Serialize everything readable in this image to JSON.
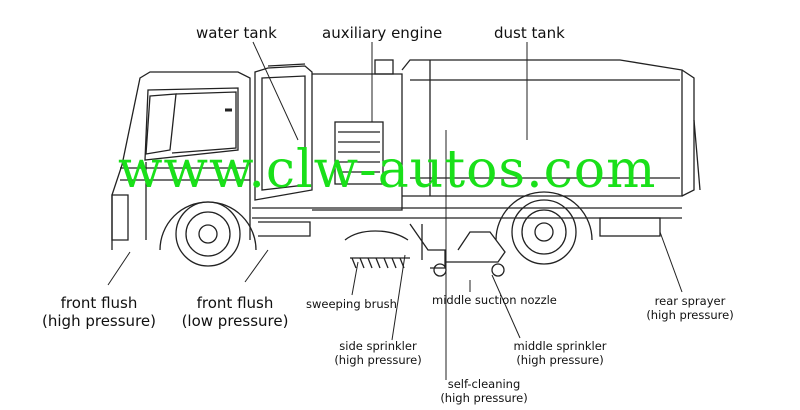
{
  "labels": {
    "water_tank": "water tank",
    "auxiliary_engine": "auxiliary engine",
    "dust_tank": "dust tank",
    "front_flush_high_1": "front flush",
    "front_flush_high_2": "(high pressure)",
    "front_flush_low_1": "front flush",
    "front_flush_low_2": "(low pressure)",
    "sweeping_brush": "sweeping brush",
    "middle_suction_nozzle": "middle suction nozzle",
    "rear_sprayer_1": "rear sprayer",
    "rear_sprayer_2": "(high pressure)",
    "side_sprinkler_1": "side sprinkler",
    "side_sprinkler_2": "(high pressure)",
    "middle_sprinkler_1": "middle sprinkler",
    "middle_sprinkler_2": "(high pressure)",
    "self_cleaning_1": "self-cleaning",
    "self_cleaning_2": "(high pressure)"
  },
  "watermark": "www.clw-autos.com",
  "colors": {
    "line": "#222222",
    "watermark": "#19e019",
    "background": "#ffffff"
  }
}
